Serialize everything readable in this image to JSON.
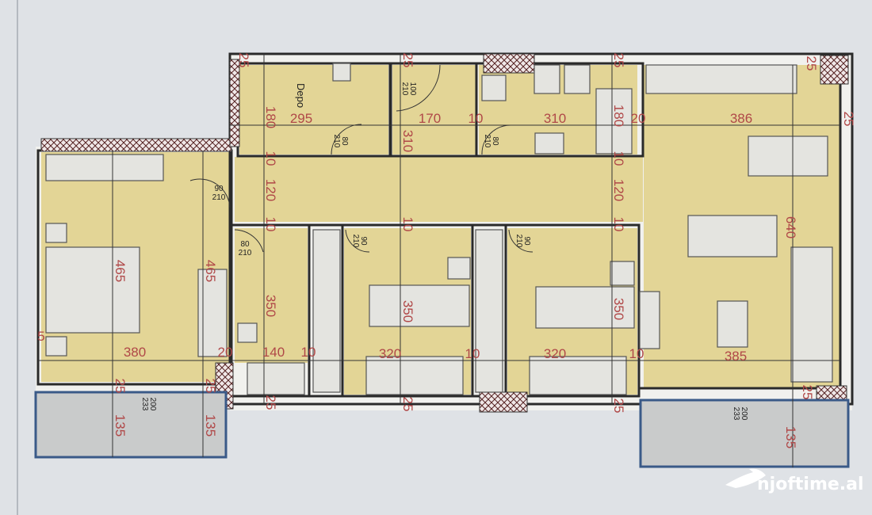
{
  "plan": {
    "room_label": "Depo",
    "dims": [
      "25",
      "180",
      "295",
      "170",
      "10",
      "310",
      "180",
      "20",
      "386",
      "25",
      "310",
      "10",
      "120",
      "10",
      "120",
      "640",
      "10",
      "10",
      "10",
      "465",
      "465",
      "350",
      "350",
      "350",
      "380",
      "20",
      "140",
      "10",
      "320",
      "10",
      "320",
      "10",
      "385",
      "25",
      "25",
      "25",
      "25",
      "25",
      "25",
      "135",
      "135",
      "135",
      "25",
      "25",
      "25",
      "5"
    ],
    "doors": [
      {
        "w": "100",
        "h": "210"
      },
      {
        "w": "80",
        "h": "210"
      },
      {
        "w": "80",
        "h": "210"
      },
      {
        "w": "90",
        "h": "210"
      },
      {
        "w": "80",
        "h": "210"
      },
      {
        "w": "90",
        "h": "210"
      },
      {
        "w": "90",
        "h": "210"
      }
    ],
    "windows": [
      {
        "w": "200",
        "h": "233"
      },
      {
        "w": "200",
        "h": "233"
      }
    ]
  },
  "watermark": "njoftime.al",
  "colors": {
    "floor": "#e3d596",
    "dimension_text": "#b04848",
    "wall": "#2a2a2a",
    "balcony": "#c9cbcb"
  }
}
